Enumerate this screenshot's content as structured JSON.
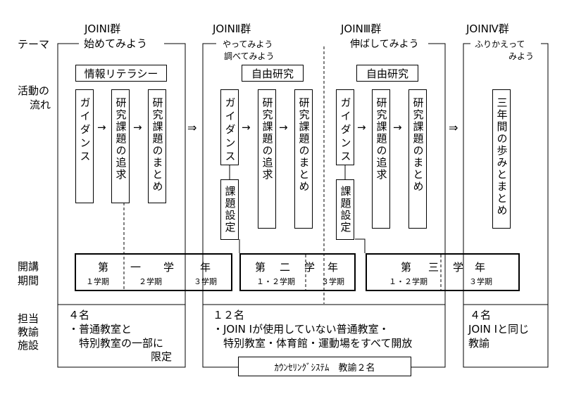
{
  "groups": [
    {
      "name": "JOINⅠ群",
      "theme": "始めてみよう"
    },
    {
      "name": "JOINⅡ群",
      "theme_line1": "やってみよう",
      "theme_line2": "調べてみよう"
    },
    {
      "name": "JOINⅢ群",
      "theme": "伸ばしてみよう"
    },
    {
      "name": "JOINⅣ群",
      "theme_line1": "ふりかえって",
      "theme_line2": "みよう"
    }
  ],
  "row_labels": {
    "theme": "テーマ",
    "activity_line1": "活動の",
    "activity_line2": "流れ",
    "period_line1": "開講",
    "period_line2": "期間",
    "staff_line1": "担当",
    "staff_line2": "教諭",
    "staff_line3": "施設"
  },
  "topic_boxes": {
    "g1": "情報リテラシー",
    "g2": "自由研究",
    "g3": "自由研究"
  },
  "steps": {
    "guidance": "ガイダンス",
    "pursue": "研究課題の追求",
    "summary": "研究課題のまとめ",
    "setting": "課題設定",
    "review": "三年間の歩みとまとめ"
  },
  "arrows": {
    "small": "→",
    "big": "⇒"
  },
  "periods": {
    "year1": [
      "第",
      "一",
      "学",
      "年"
    ],
    "year1_terms": [
      "１学期",
      "２学期",
      "３学期"
    ],
    "year2": [
      "第",
      "二",
      "学",
      "年"
    ],
    "year2_terms": [
      "１・２学期",
      "３学期"
    ],
    "year3": [
      "第",
      "三",
      "学",
      "年"
    ],
    "year3_terms": [
      "１・２学期",
      "３学期"
    ]
  },
  "staff": {
    "g1_count": "４名",
    "g1_line1": "・普通教室と",
    "g1_line2": "特別教室の一部に",
    "g1_line3": "限定",
    "g23_count": "１２名",
    "g23_line1": "・JOIN Ⅰが使用していない普通教室・",
    "g23_line2": "特別教室・体育館・運動場をすべて開放",
    "g4_count": "４名",
    "g4_line1": "JOIN Ⅰと同じ",
    "g4_line2": "教諭",
    "counseling": "ｶｳﾝｾﾘﾝｸﾞｼｽﾃﾑ　教諭２名"
  }
}
